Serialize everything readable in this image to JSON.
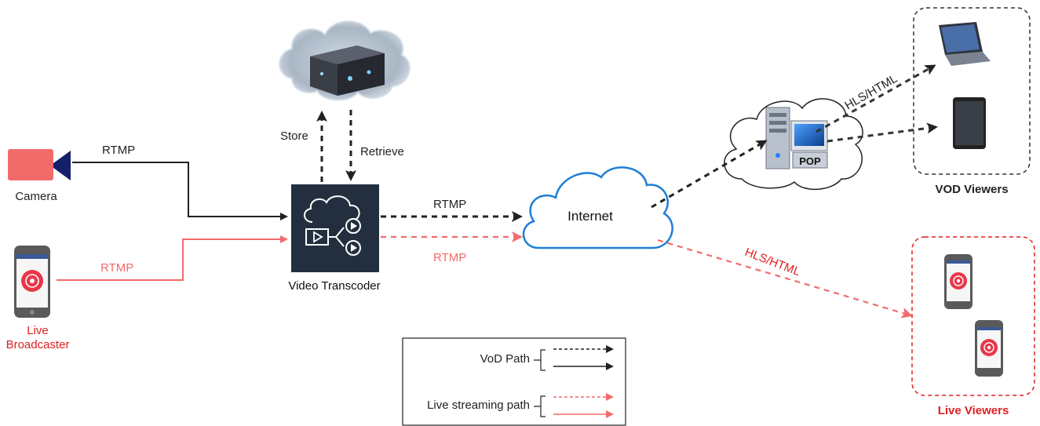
{
  "nodes": {
    "camera": "Camera",
    "broadcaster_line1": "Live",
    "broadcaster_line2": "Broadcaster",
    "transcoder": "Video Transcoder",
    "internet": "Internet",
    "pop": "POP",
    "vod_viewers": "VOD Viewers",
    "live_viewers": "Live Viewers"
  },
  "edges": {
    "camera_to_transcoder": "RTMP",
    "broadcaster_to_transcoder": "RTMP",
    "store": "Store",
    "retrieve": "Retrieve",
    "transcoder_to_internet_vod": "RTMP",
    "transcoder_to_internet_live": "RTMP",
    "pop_to_vod": "HLS/HTML",
    "internet_to_live": "HLS/HTML"
  },
  "legend": {
    "vod_path": "VoD Path",
    "live_path": "Live streaming path"
  },
  "colors": {
    "vod": "#222222",
    "live": "#f26b6b",
    "live_text": "#e02020",
    "cloud_stroke": "#1f7fd6",
    "transcoder_bg": "#232f3e"
  }
}
